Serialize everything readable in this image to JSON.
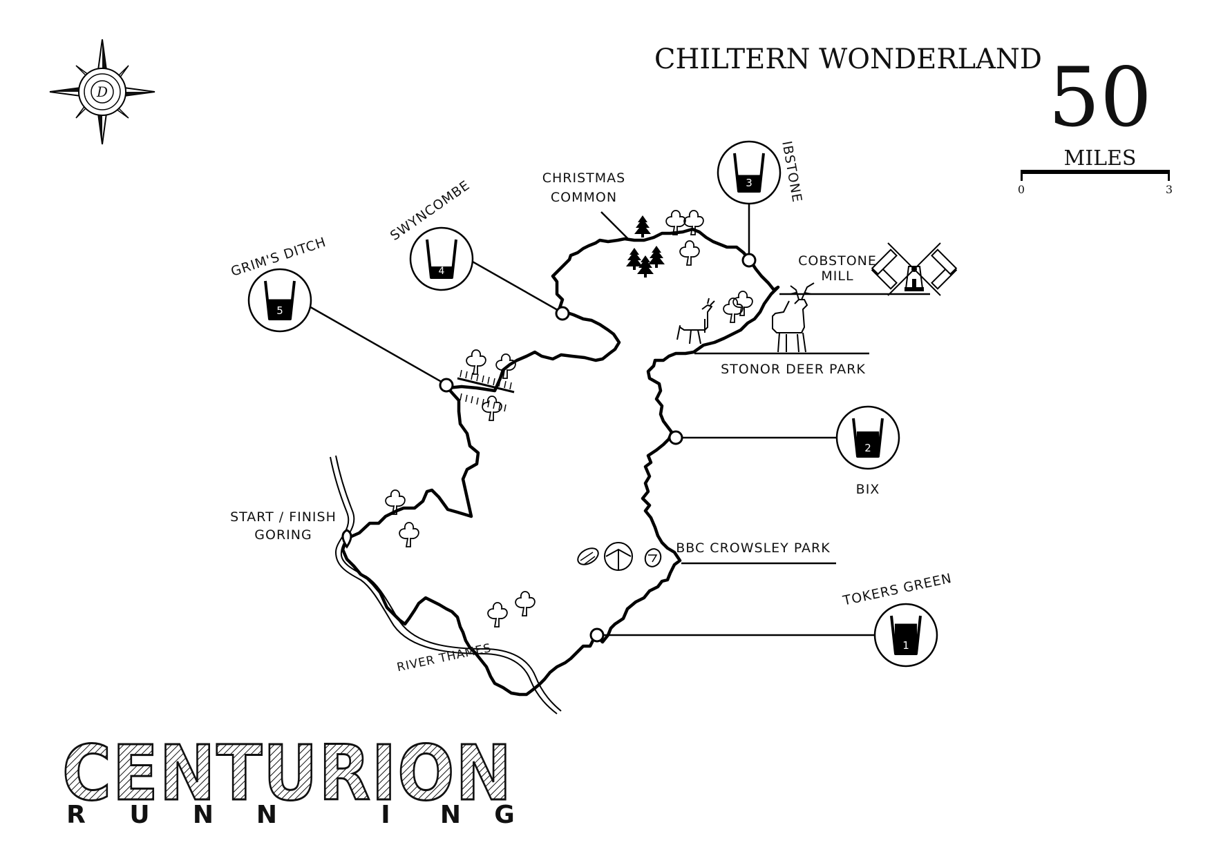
{
  "title": "CHILTERN WONDERLAND",
  "distance": {
    "value": "50",
    "unit": "MILES"
  },
  "scale_bar": {
    "start": "0",
    "end": "3"
  },
  "compass": {
    "letter": "D",
    "icon": "compass-rose-icon"
  },
  "places": {
    "christmas_common": [
      "CHRISTMAS",
      "COMMON"
    ],
    "swyncombe": "SWYNCOMBE",
    "grims_ditch": "GRIM'S DITCH",
    "ibstone": "IBSTONE",
    "cobstone_mill": [
      "COBSTONE",
      "MILL"
    ],
    "stonor": "STONOR DEER PARK",
    "bix": "BIX",
    "crowsley": "BBC CROWSLEY PARK",
    "tokers": "TOKERS GREEN",
    "start_finish": [
      "START / FINISH",
      "GORING"
    ],
    "river": "RIVER THAMES"
  },
  "aid_stations": [
    {
      "number": "1",
      "name": "TOKERS GREEN",
      "fill_level": 0.85
    },
    {
      "number": "2",
      "name": "BIX",
      "fill_level": 0.7
    },
    {
      "number": "3",
      "name": "IBSTONE",
      "fill_level": 0.45
    },
    {
      "number": "4",
      "name": "SWYNCOMBE",
      "fill_level": 0.3
    },
    {
      "number": "5",
      "name": "GRIM'S DITCH",
      "fill_level": 0.55
    }
  ],
  "logo": {
    "main": "CENTURION",
    "sub_letters": [
      "R",
      "U",
      "N",
      "N",
      "I",
      "N",
      "G"
    ]
  },
  "colors": {
    "ink": "#111111",
    "background": "#ffffff"
  }
}
